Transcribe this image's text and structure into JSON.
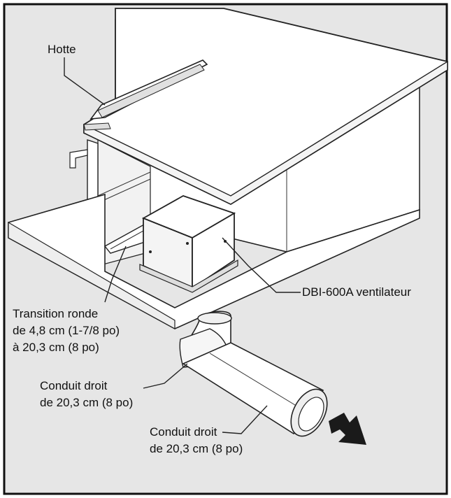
{
  "labels": {
    "hood": "Hotte",
    "fan": "DBI-600A ventilateur",
    "transition": [
      "Transition ronde",
      "de 4,8 cm (1-7/8 po)",
      "à 20,3 cm (8 po)"
    ],
    "duct_upper": [
      "Conduit droit",
      "de 20,3 cm (8 po)"
    ],
    "duct_lower": [
      "Conduit droit",
      "de 20,3 cm (8 po)"
    ]
  },
  "colors": {
    "background": "#e6e6e6",
    "frame": "#111111",
    "cabinet": "#ffffff",
    "line": "#222222",
    "arrow": "#1a1a1a"
  }
}
